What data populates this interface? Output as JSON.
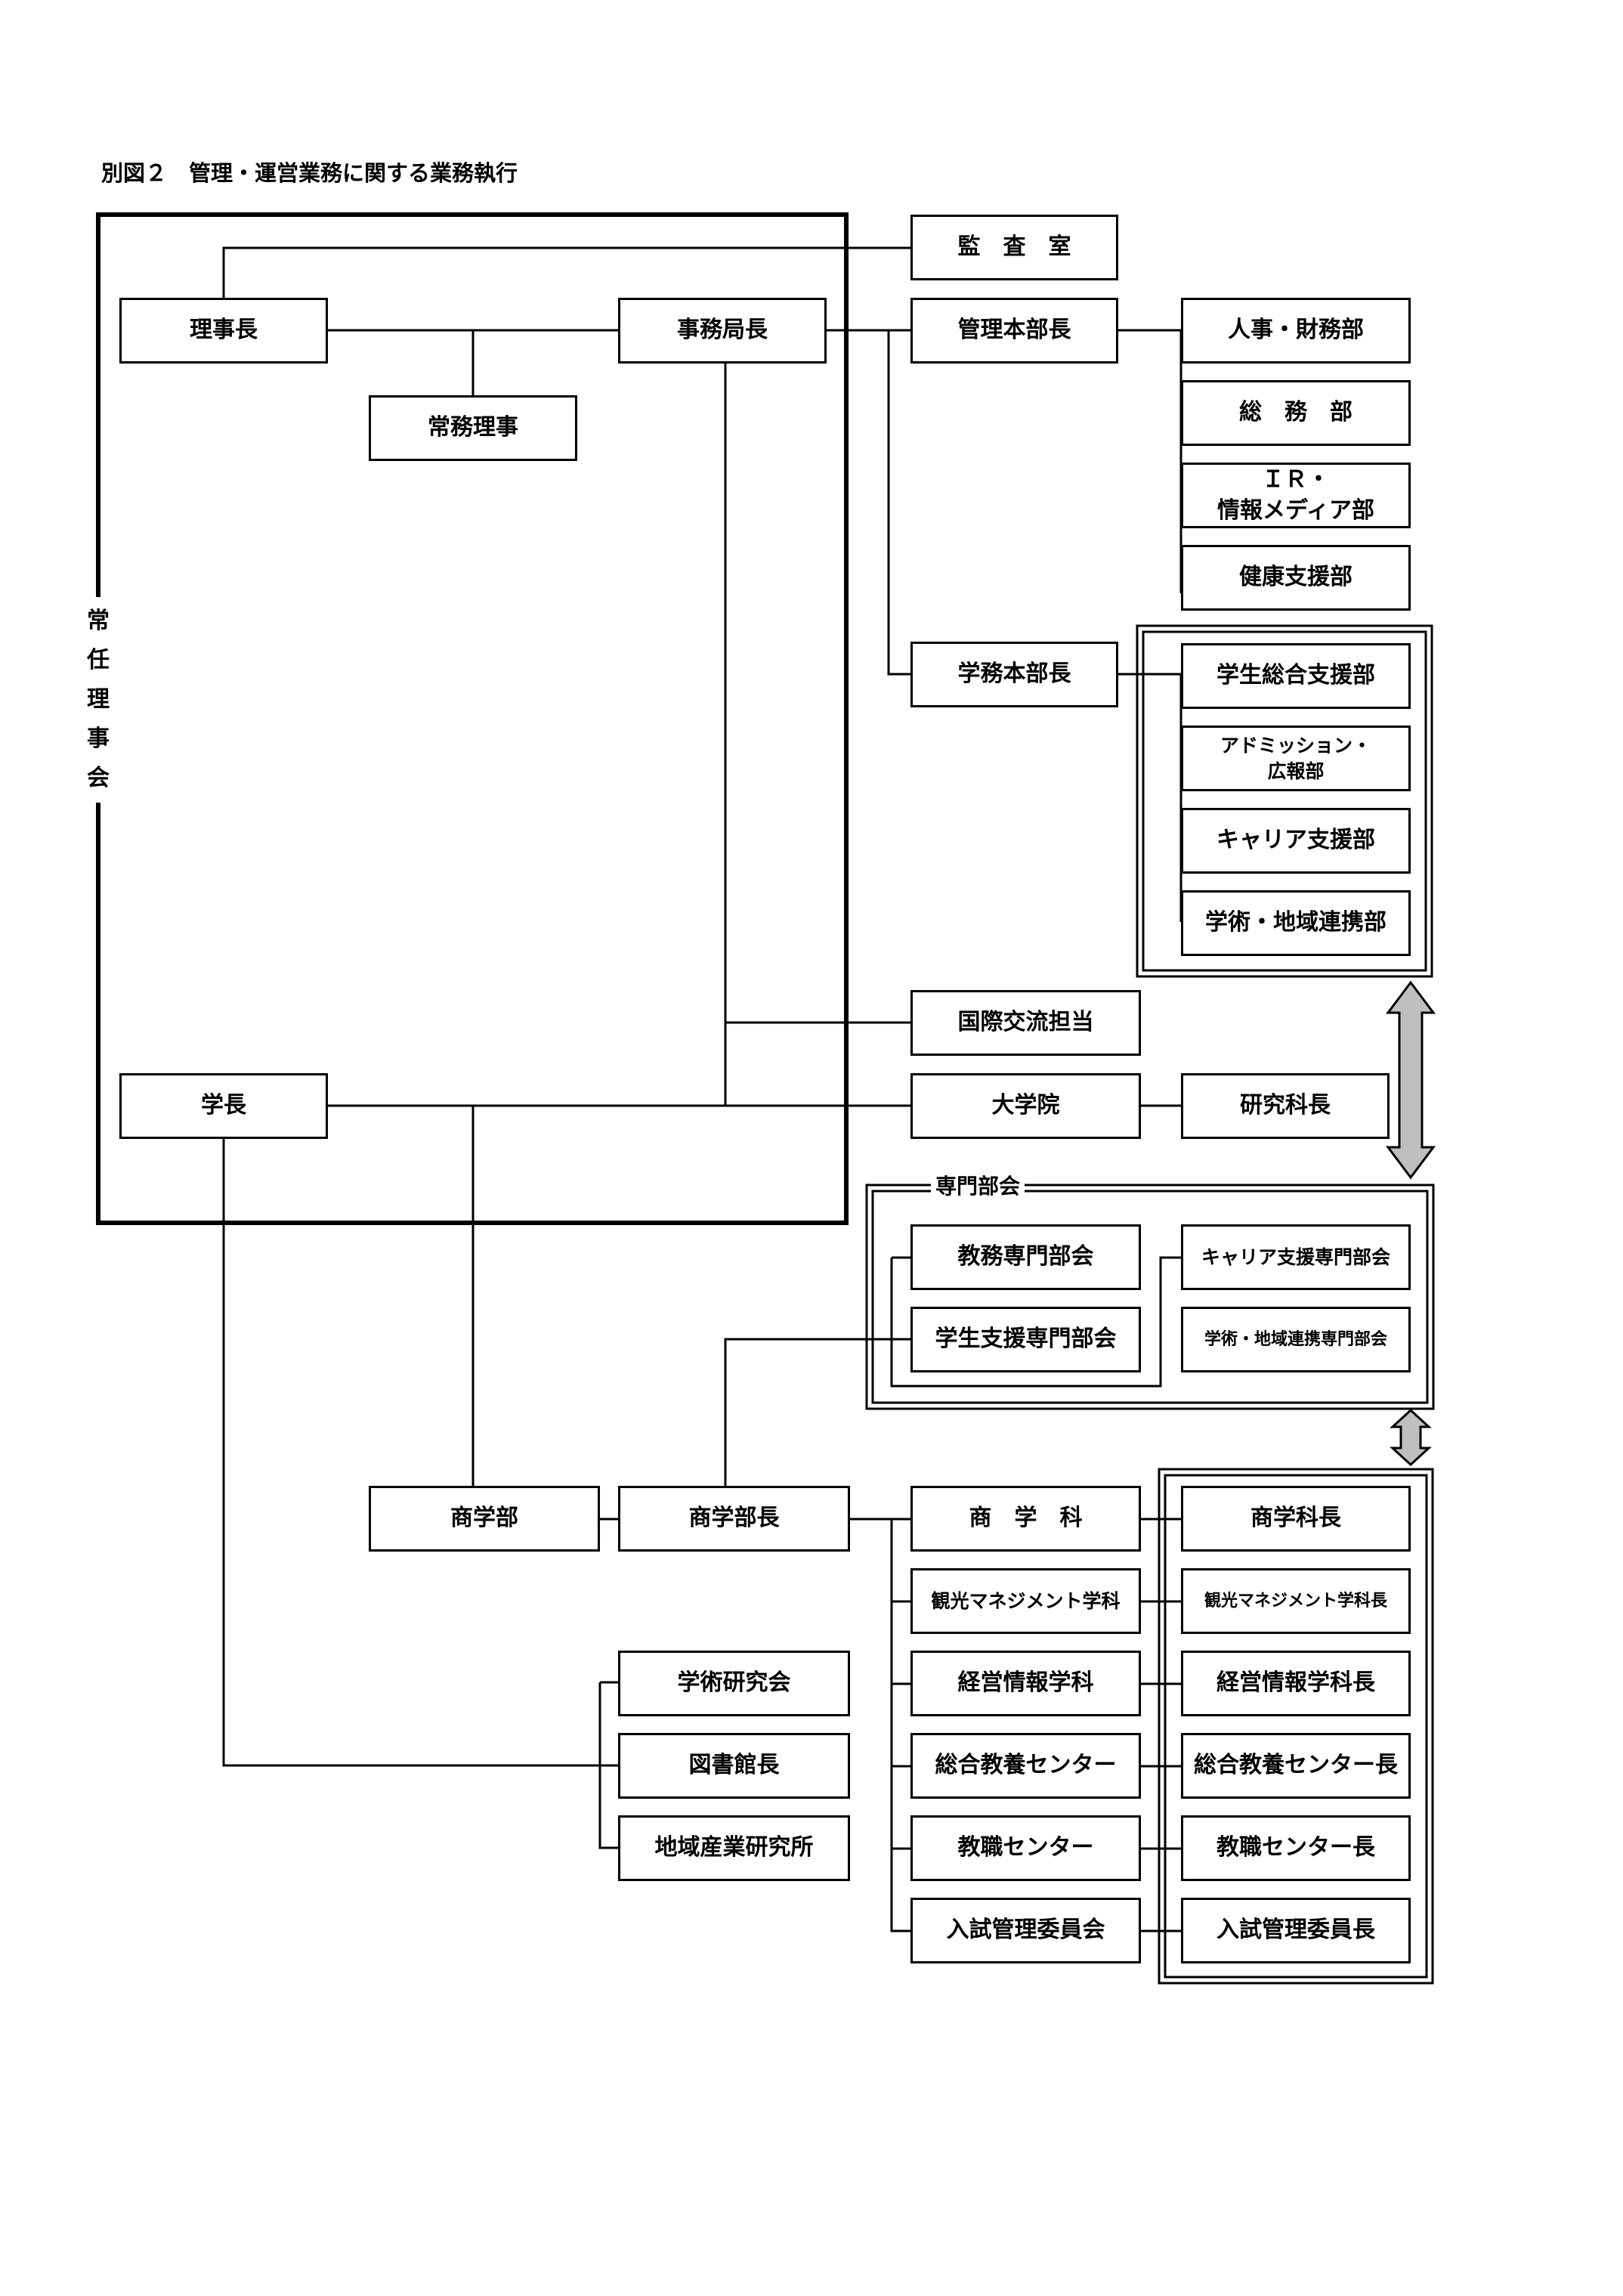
{
  "heading": "別図２　管理・運営業務に関する業務執行",
  "side_label": [
    "常",
    "任",
    "理",
    "事",
    "会"
  ],
  "group_label": "専門部会",
  "boxes": {
    "audit": "監　査　室",
    "chairman": "理事長",
    "secretary_general": "事務局長",
    "managing_director": "常務理事",
    "admin_hq": "管理本部長",
    "hr_finance": "人事・財務部",
    "general_affairs": "総　務　部",
    "ir_media": "ＩＲ・\n情報メディア部",
    "health": "健康支援部",
    "academic_hq": "学務本部長",
    "student_support": "学生総合支援部",
    "admissions": "アドミッション・\n広報部",
    "career_support": "キャリア支援部",
    "academic_regional": "学術・地域連携部",
    "intl": "国際交流担当",
    "president": "学長",
    "grad_school": "大学院",
    "grad_dean": "研究科長",
    "edu_committee": "教務専門部会",
    "student_committee": "学生支援専門部会",
    "career_committee": "キャリア支援専門部会",
    "regional_committee": "学術・地域連携専門部会",
    "faculty": "商学部",
    "faculty_dean": "商学部長",
    "dept_commerce": "商　学　科",
    "dept_tourism": "観光マネジメント学科",
    "dept_info": "経営情報学科",
    "center_liberal": "総合教養センター",
    "center_teacher": "教職センター",
    "admission_committee": "入試管理委員会",
    "head_commerce": "商学科長",
    "head_tourism": "観光マネジメント学科長",
    "head_info": "経営情報学科長",
    "head_liberal": "総合教養センター長",
    "head_teacher": "教職センター長",
    "head_admission": "入試管理委員長",
    "research_society": "学術研究会",
    "library": "図書館長",
    "regional_institute": "地域産業研究所"
  }
}
